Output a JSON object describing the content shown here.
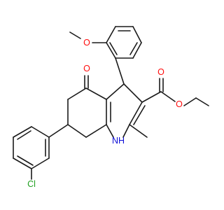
{
  "molecule": {
    "atoms": {
      "methoxy_o": {
        "text": "O",
        "color": "#ff0d0d"
      },
      "ketone_o": {
        "text": "O",
        "color": "#ff0d0d"
      },
      "ester_carbonyl_o": {
        "text": "O",
        "color": "#ff0d0d"
      },
      "ester_ether_o": {
        "text": "O",
        "color": "#ff0d0d"
      },
      "amine_nh": {
        "text": "NH",
        "color": "#0d0dd6"
      },
      "chlorine": {
        "text": "Cl",
        "color": "#1fa01f"
      }
    },
    "bond_color": "#1a1a1a"
  }
}
